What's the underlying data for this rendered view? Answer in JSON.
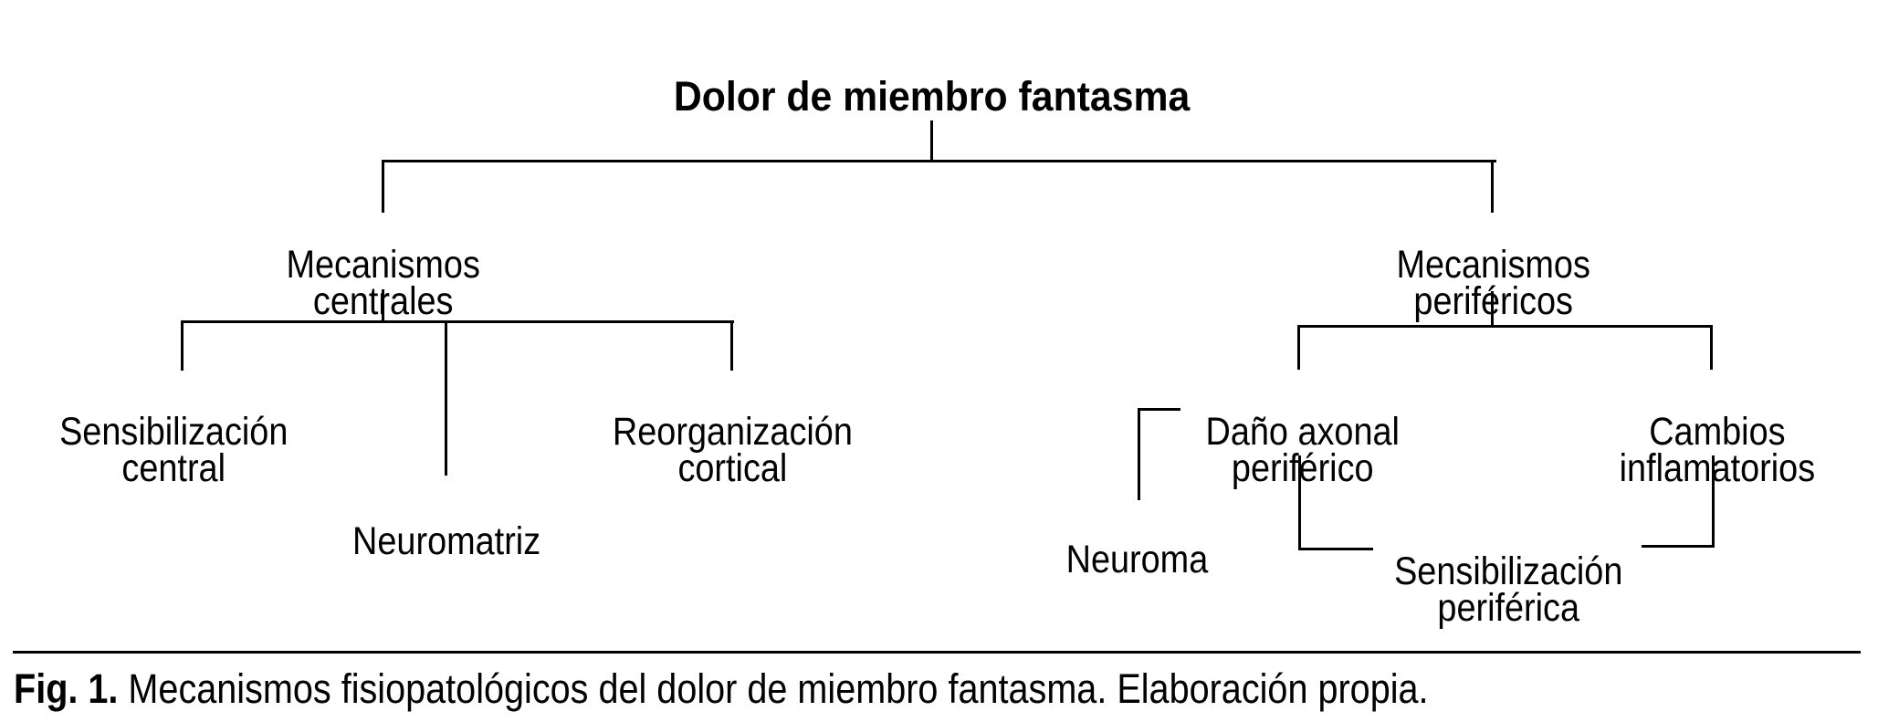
{
  "figure": {
    "title": "Dolor de miembro fantasma",
    "nodes": {
      "mecanismos_centrales": "Mecanismos\ncentrales",
      "sensibilizacion_central": "Sensibilización\ncentral",
      "neuromatriz": "Neuromatriz",
      "reorganizacion_cortical": "Reorganización\ncortical",
      "mecanismos_perifericos": "Mecanismos\nperiféricos",
      "dano_axonal_periferico": "Daño axonal\nperiférico",
      "cambios_inflamatorios": "Cambios\ninflamatorios",
      "neuroma": "Neuroma",
      "sensibilizacion_periferica": "Sensibilización\nperiférica"
    },
    "structure": {
      "root": "Dolor de miembro fantasma",
      "branches": [
        {
          "label": "Mecanismos centrales",
          "children": [
            "Sensibilización central",
            "Neuromatriz",
            "Reorganización cortical"
          ]
        },
        {
          "label": "Mecanismos periféricos",
          "children": [
            "Daño axonal periférico",
            "Cambios inflamatorios"
          ],
          "linked": [
            {
              "from": "Daño axonal periférico",
              "to": "Neuroma"
            },
            {
              "from": "Daño axonal periférico",
              "to": "Sensibilización periférica"
            },
            {
              "from": "Cambios inflamatorios",
              "to": "Sensibilización periférica"
            }
          ]
        }
      ]
    },
    "caption": {
      "fig_label": "Fig. 1.",
      "text": "Mecanismos fisiopatológicos del dolor de miembro fantasma. Elaboración propia."
    },
    "colors": {
      "line": "#000000",
      "text": "#000000",
      "background": "#ffffff"
    }
  }
}
